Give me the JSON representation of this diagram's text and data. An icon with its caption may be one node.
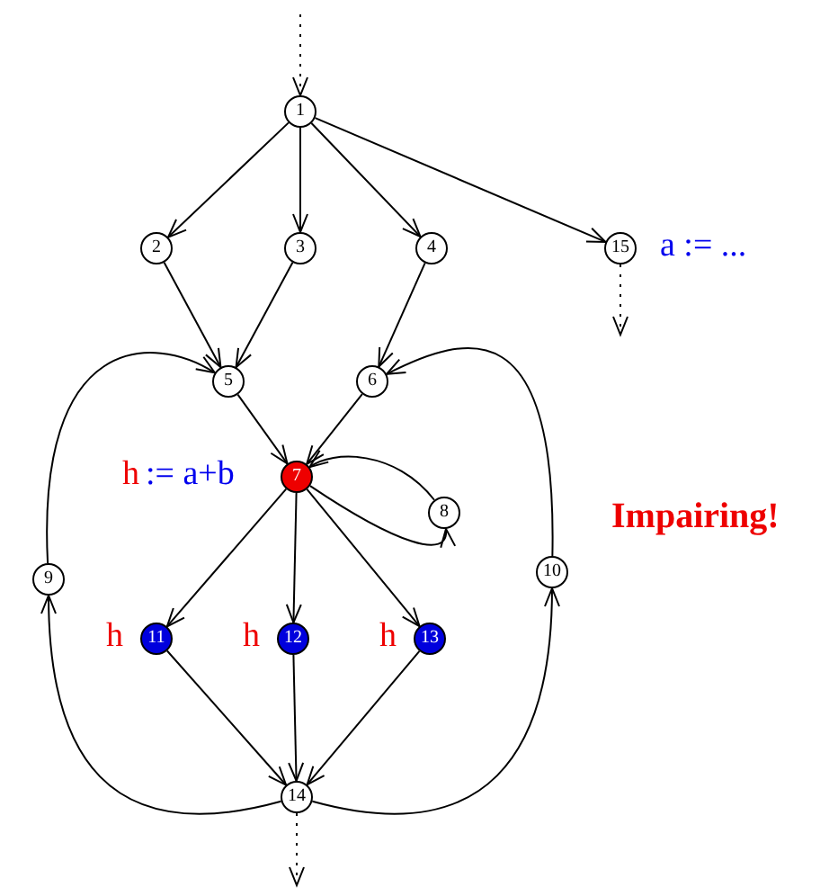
{
  "diagram": {
    "nodes": [
      {
        "text": [
          "1"
        ]
      },
      {
        "text": [
          "2"
        ]
      },
      {
        "text": [
          "3"
        ]
      },
      {
        "text": [
          "4"
        ]
      },
      {
        "text": [
          "15"
        ],
        "beside": [
          "a := ..."
        ]
      },
      {
        "text": [
          "5"
        ]
      },
      {
        "text": [
          "6"
        ]
      },
      {
        "text": [
          "7"
        ],
        "beside": [
          "h",
          ":= a+b"
        ]
      },
      {
        "text": [
          "8"
        ]
      },
      {
        "text": [
          "9"
        ]
      },
      {
        "text": [
          "10"
        ]
      },
      {
        "text": [
          "11"
        ],
        "beside": [
          "h"
        ]
      },
      {
        "text": [
          "12"
        ],
        "beside": [
          "h"
        ]
      },
      {
        "text": [
          "13"
        ],
        "beside": [
          "h"
        ]
      },
      {
        "text": [
          "14"
        ]
      }
    ],
    "edges": [
      {
        "from": null,
        "to": 0,
        "arrow": "to",
        "style": "dashed"
      },
      {
        "from": 0,
        "to": 1,
        "arrow": "to"
      },
      {
        "from": 0,
        "to": 2,
        "arrow": "to"
      },
      {
        "from": 0,
        "to": 3,
        "arrow": "to"
      },
      {
        "from": 0,
        "to": 4,
        "arrow": "to"
      },
      {
        "from": 4,
        "to": null,
        "arrow": "to",
        "style": "dashed"
      },
      {
        "from": 1,
        "to": 5,
        "arrow": "to"
      },
      {
        "from": 2,
        "to": 5,
        "arrow": "to"
      },
      {
        "from": 3,
        "to": 6,
        "arrow": "to"
      },
      {
        "from": 5,
        "to": 7,
        "arrow": "to"
      },
      {
        "from": 6,
        "to": 7,
        "arrow": "to"
      },
      {
        "from": 7,
        "to": 8,
        "arrow": "to"
      },
      {
        "from": 8,
        "to": 7,
        "arrow": "to"
      },
      {
        "from": 7,
        "to": 11,
        "arrow": "to"
      },
      {
        "from": 7,
        "to": 12,
        "arrow": "to"
      },
      {
        "from": 7,
        "to": 13,
        "arrow": "to"
      },
      {
        "from": 11,
        "to": 14,
        "arrow": "to"
      },
      {
        "from": 12,
        "to": 14,
        "arrow": "to"
      },
      {
        "from": 13,
        "to": 14,
        "arrow": "to"
      },
      {
        "from": 14,
        "to": 9,
        "arrow": "to"
      },
      {
        "from": 9,
        "to": 5,
        "arrow": "to"
      },
      {
        "from": 14,
        "to": 10,
        "arrow": "to"
      },
      {
        "from": 10,
        "to": 6,
        "arrow": "to"
      },
      {
        "from": 14,
        "to": null,
        "arrow": "to",
        "style": "dashed"
      }
    ],
    "labels": [
      "Impairing!"
    ]
  }
}
